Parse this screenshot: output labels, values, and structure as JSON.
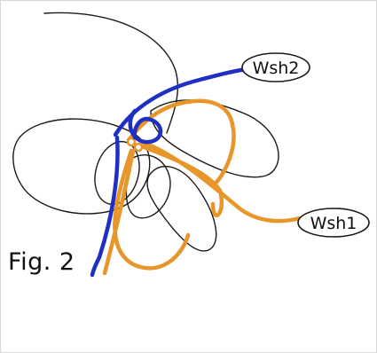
{
  "figure": {
    "caption": "Fig. 2",
    "labels": {
      "wsh2": "Wsh2",
      "wsh1": "Wsh1"
    }
  },
  "colors": {
    "outline": "#1a1a1a",
    "blue_rope": "#1f2fc4",
    "orange_rope": "#e8952a",
    "background": "#ffffff"
  }
}
